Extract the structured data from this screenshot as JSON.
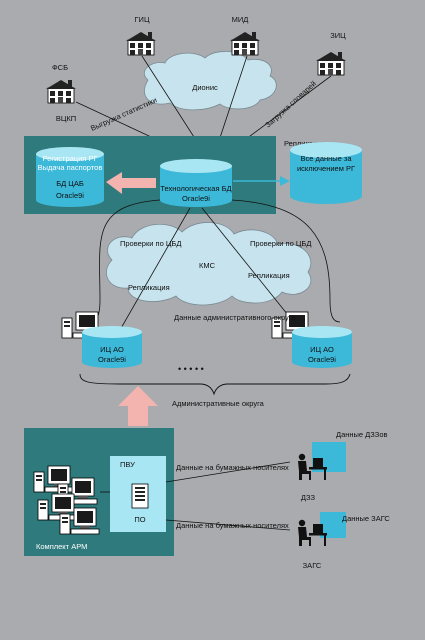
{
  "colors": {
    "background": "#a9abae",
    "panel": "#2f7a7c",
    "cylinder": "#3cb8d8",
    "cylinder_top": "#a8e6f3",
    "cloud": "#c7e3ee",
    "arrow": "#f3b4b0",
    "screen": "#3cb8d8"
  },
  "icons": {
    "building": "building-icon",
    "computer": "computer-icon",
    "person": "person-at-desk-icon",
    "database": "database-cylinder-icon",
    "cloud": "network-cloud-icon",
    "server": "server-icon"
  },
  "nodes": {
    "gic": "ГИЦ",
    "mid": "МИД",
    "zic": "ЗИЦ",
    "fsb": "ФСБ",
    "vckp": "ВЦКП",
    "dionis": "Дионис",
    "kms": "КМС",
    "pvu": "ПВУ",
    "po": "ПО",
    "dzz": "ДЗЗ",
    "zags": "ЗАГС",
    "arm": "Комплект АРМ"
  },
  "databases": {
    "central_line1": "Регистрация РГ",
    "central_line2": "Выдача паспортов",
    "central_name": "БД ЦАБ",
    "central_db": "Oracle9i",
    "tech_name": "Технологическая БД",
    "tech_db": "Oracle9i",
    "all_line1": "Все данные за",
    "all_line2": "исключением РГ",
    "ic_left_name": "ИЦ АО",
    "ic_left_db": "Oracle9i",
    "ic_right_name": "ИЦ АО",
    "ic_right_db": "Oracle9i"
  },
  "labels": {
    "upload_stats": "Выгрузка статистики",
    "load_dicts": "Загрузка словарей",
    "replication_top": "Репликация",
    "check_left": "Проверки по ЦБД",
    "check_right": "Проверки по ЦБД",
    "replication_left": "Репликация",
    "replication_right": "Репликация",
    "admin_data": "Данные административного округа",
    "dots": "• • • • •",
    "admin_districts": "Административные округа",
    "paper_1": "Данные на бумажных носителях",
    "paper_2": "Данные на бумажных носителях",
    "dzz_data": "Данные ДЗЗов",
    "zags_data": "Данные ЗАГС"
  }
}
